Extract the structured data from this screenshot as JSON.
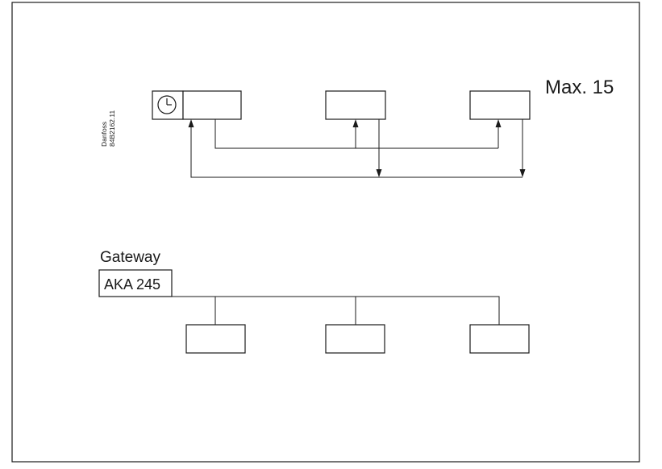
{
  "diagram": {
    "max_label": "Max. 15",
    "side_code": {
      "line1": "Danfoss",
      "line2": "84B2162.11"
    },
    "gateway": {
      "caption": "Gateway",
      "device": "AKA 245"
    },
    "icons": {
      "timer": "clock-icon"
    }
  }
}
